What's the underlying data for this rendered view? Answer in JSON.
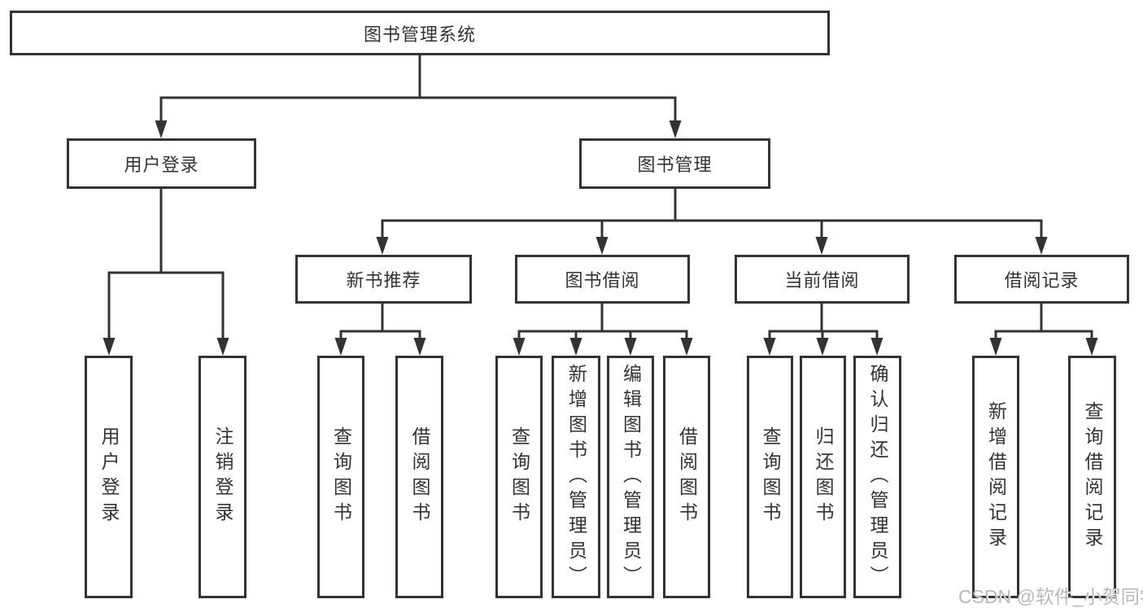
{
  "diagram": {
    "type": "hierarchy-diagram",
    "watermark": "CSDN @软件_小贺同学",
    "colors": {
      "line": "#333333",
      "box_border": "#333333",
      "text": "#333333",
      "background": "#ffffff",
      "watermark_text": "#b5b9be"
    },
    "tree": {
      "label": "图书管理系统",
      "children": [
        {
          "label": "用户登录",
          "children": [
            {
              "label": "用户登录"
            },
            {
              "label": "注销登录"
            }
          ]
        },
        {
          "label": "图书管理",
          "children": [
            {
              "label": "新书推荐",
              "children": [
                {
                  "label": "查询图书"
                },
                {
                  "label": "借阅图书"
                }
              ]
            },
            {
              "label": "图书借阅",
              "children": [
                {
                  "label": "查询图书"
                },
                {
                  "label": "新增图书（管理员）"
                },
                {
                  "label": "编辑图书（管理员）"
                },
                {
                  "label": "借阅图书"
                }
              ]
            },
            {
              "label": "当前借阅",
              "children": [
                {
                  "label": "查询图书"
                },
                {
                  "label": "归还图书"
                },
                {
                  "label": "确认归还（管理员）"
                }
              ]
            },
            {
              "label": "借阅记录",
              "children": [
                {
                  "label": "新增借阅记录"
                },
                {
                  "label": "查询借阅记录"
                }
              ]
            }
          ]
        }
      ]
    }
  }
}
